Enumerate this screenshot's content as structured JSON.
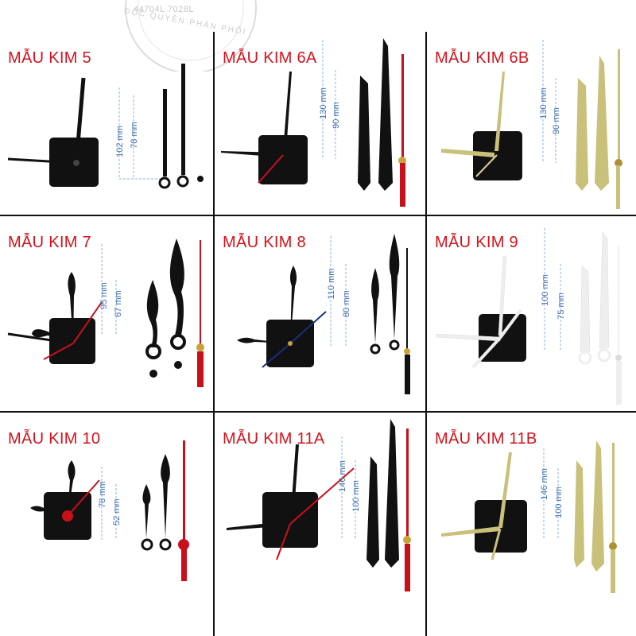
{
  "watermark": {
    "code": "44704L 7028L",
    "arc_text": "ĐỘC QUYỀN PHÂN PHỐI"
  },
  "colors": {
    "title": "#d4121c",
    "dimension": "#3f6fb0",
    "black_hand": "#111111",
    "gold_hand": "#c9c07a",
    "white_hand": "#eeeeee",
    "second_hand": "#c8101a",
    "grid_line": "#111111"
  },
  "products": [
    {
      "title": "MẪU KIM 5",
      "dim_long": "102 mm",
      "dim_short": "78 mm",
      "hand_color": "black"
    },
    {
      "title": "MẪU KIM 6A",
      "dim_long": "130 mm",
      "dim_short": "90 mm",
      "hand_color": "black"
    },
    {
      "title": "MẪU KIM 6B",
      "dim_long": "130 mm",
      "dim_short": "90 mm",
      "hand_color": "gold"
    },
    {
      "title": "MẪU KIM 7",
      "dim_long": "95 mm",
      "dim_short": "67 mm",
      "hand_color": "black"
    },
    {
      "title": "MẪU KIM 8",
      "dim_long": "110 mm",
      "dim_short": "80 mm",
      "hand_color": "black"
    },
    {
      "title": "MẪU KIM 9",
      "dim_long": "100 mm",
      "dim_short": "75 mm",
      "hand_color": "white"
    },
    {
      "title": "MẪU KIM 10",
      "dim_long": "78 mm",
      "dim_short": "52 mm",
      "hand_color": "black"
    },
    {
      "title": "MẪU KIM 11A",
      "dim_long": "146 mm",
      "dim_short": "100 mm",
      "hand_color": "black"
    },
    {
      "title": "MẪU KIM 11B",
      "dim_long": "146 mm",
      "dim_short": "100 mm",
      "hand_color": "gold"
    }
  ]
}
